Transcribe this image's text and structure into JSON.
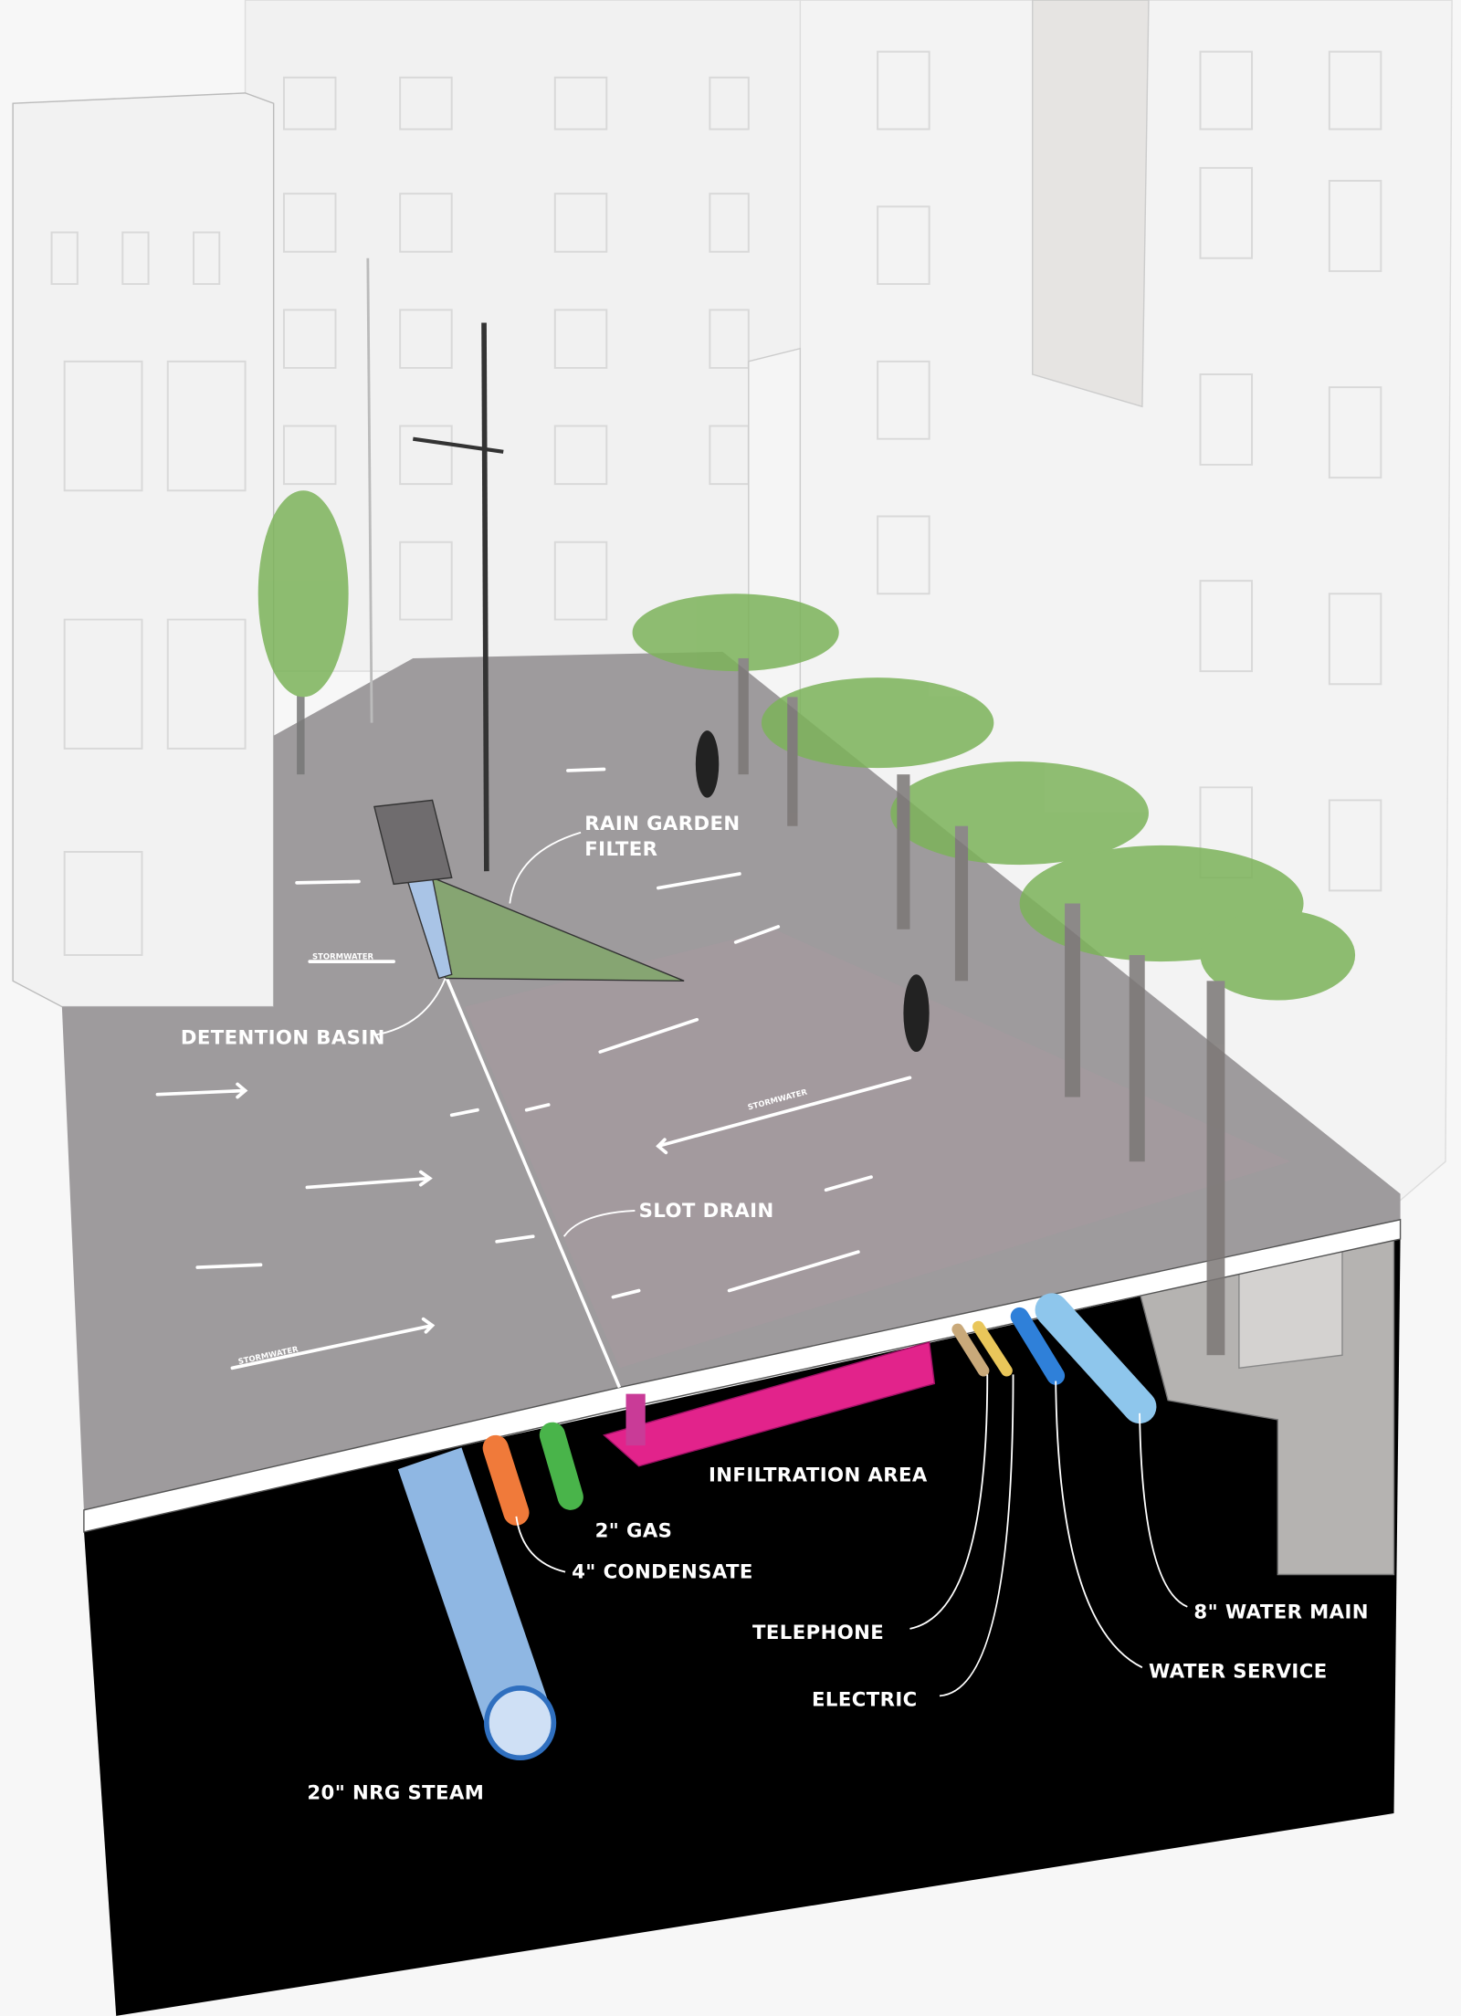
{
  "labels": {
    "rain_garden_1": "RAIN GARDEN",
    "rain_garden_2": "FILTER",
    "detention_basin": "DETENTION BASIN",
    "slot_drain": "SLOT DRAIN",
    "infiltration_area": "INFILTRATION AREA",
    "gas": "2\" GAS",
    "condensate": "4\" CONDENSATE",
    "telephone": "TELEPHONE",
    "electric": "ELECTRIC",
    "water_main": "8\" WATER MAIN",
    "water_service": "WATER SERVICE",
    "steam": "20\" NRG STEAM",
    "stormwater": "STORMWATER"
  },
  "colors": {
    "steam": "#8fb7e3",
    "gas": "#f07a3a",
    "condensate": "#49b44a",
    "telephone": "#c9a97a",
    "electric": "#e9c65a",
    "water_service": "#2f80d9",
    "water_main": "#8ec6ec",
    "infiltration": "#e2238b",
    "ground": "#9e9b9d",
    "underground": "#000000",
    "foliage": "#7cb35a"
  }
}
